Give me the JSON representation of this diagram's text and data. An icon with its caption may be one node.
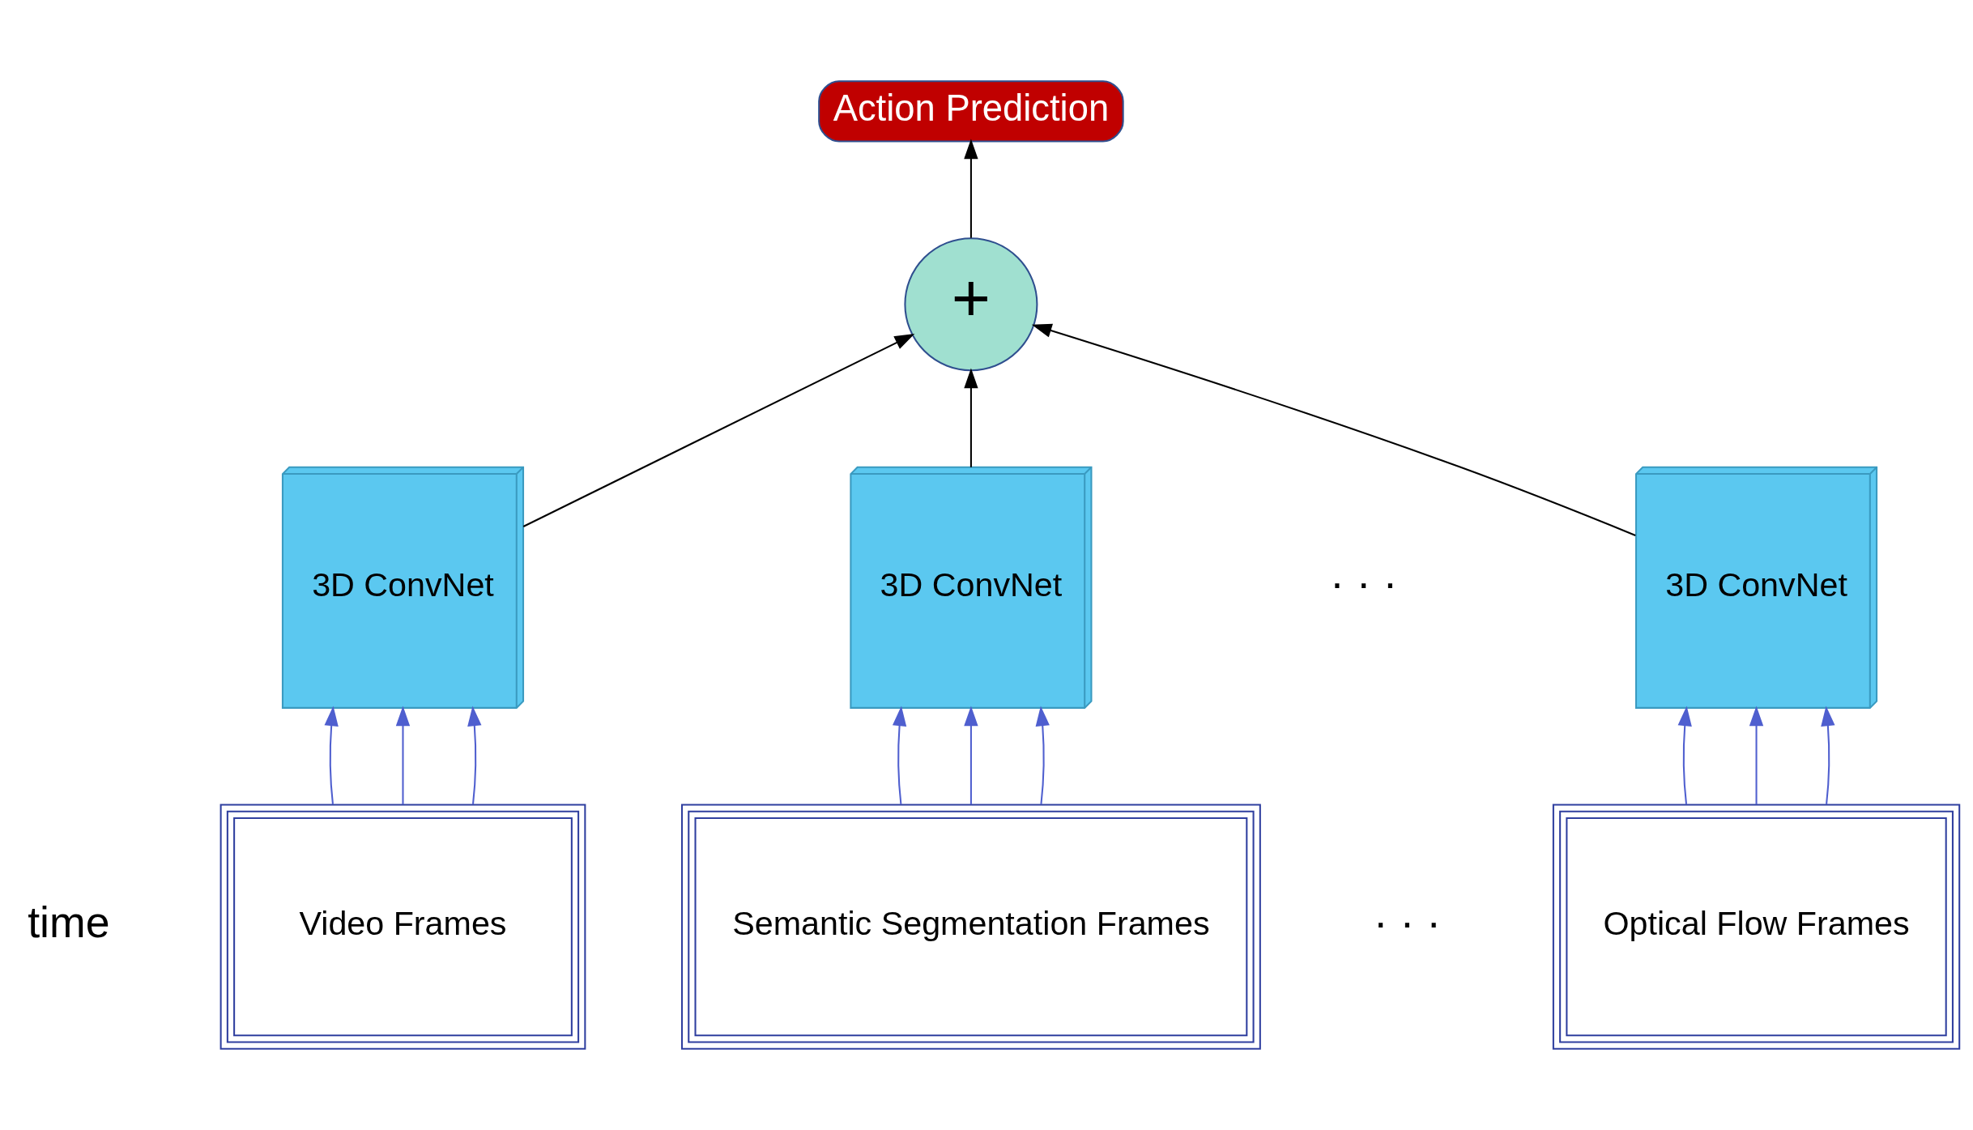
{
  "diagram": {
    "nodes": [
      {
        "text": [
          "Action Prediction"
        ]
      },
      {
        "text": [
          "+"
        ]
      },
      {
        "text": [
          "3D ConvNet"
        ]
      },
      {
        "text": [
          "3D ConvNet"
        ]
      },
      {
        "text": [
          "3D ConvNet"
        ]
      },
      {
        "text": [
          "Video Frames"
        ]
      },
      {
        "text": [
          "Semantic Segmentation Frames"
        ]
      },
      {
        "text": [
          "Optical Flow Frames"
        ]
      }
    ],
    "edges": [
      {
        "from": 1,
        "to": 0,
        "arrow": "to",
        "color": "#000000"
      },
      {
        "from": 2,
        "to": 1,
        "arrow": "to",
        "color": "#000000"
      },
      {
        "from": 3,
        "to": 1,
        "arrow": "to",
        "color": "#000000"
      },
      {
        "from": 4,
        "to": 1,
        "arrow": "to",
        "color": "#000000"
      },
      {
        "from": 5,
        "to": 2,
        "arrow": "to"
      },
      {
        "from": 5,
        "to": 2,
        "arrow": "to"
      },
      {
        "from": 5,
        "to": 2,
        "arrow": "to"
      },
      {
        "from": 6,
        "to": 3,
        "arrow": "to"
      },
      {
        "from": 6,
        "to": 3,
        "arrow": "to"
      },
      {
        "from": 6,
        "to": 3,
        "arrow": "to"
      },
      {
        "from": 7,
        "to": 4,
        "arrow": "to"
      },
      {
        "from": 7,
        "to": 4,
        "arrow": "to"
      },
      {
        "from": 7,
        "to": 4,
        "arrow": "to"
      }
    ],
    "labels": [
      "time",
      "· · ·",
      "· · ·"
    ]
  }
}
